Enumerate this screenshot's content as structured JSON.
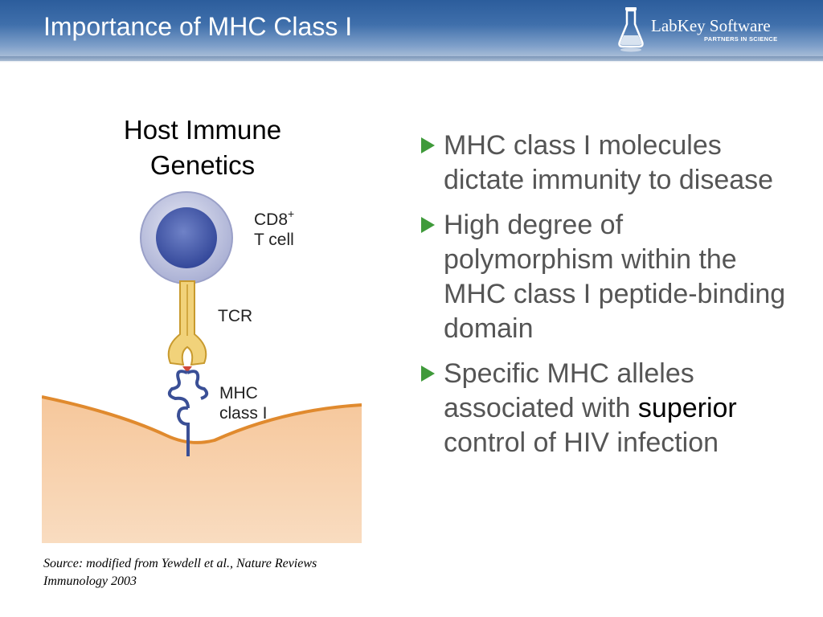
{
  "header": {
    "title": "Importance of MHC Class I",
    "logo_name": "LabKey Software",
    "logo_tagline": "PARTNERS IN SCIENCE",
    "logo_icon": "flask-icon"
  },
  "left_panel": {
    "heading": "Host Immune Genetics",
    "figure_labels": {
      "cell_line1": "CD8",
      "cell_sup": "+",
      "cell_line2": "T cell",
      "tcr": "TCR",
      "mhc_line1": "MHC",
      "mhc_line2": "class I"
    },
    "source": "Source: modified from Yewdell et al., Nature Reviews Immunology 2003"
  },
  "bullets": [
    {
      "text": "MHC class I molecules dictate immunity to disease"
    },
    {
      "text": "High degree of polymorphism within the MHC class I peptide-binding domain"
    },
    {
      "pre": "Specific MHC alleles associated with ",
      "highlight": "superior",
      "post": " control of HIV infection"
    }
  ],
  "colors": {
    "header_blue": "#2c5d9c",
    "bullet_marker": "#3f9a3a",
    "bullet_text": "#555555",
    "cell_color": "#3d55a0",
    "membrane": "#e08a2e"
  }
}
